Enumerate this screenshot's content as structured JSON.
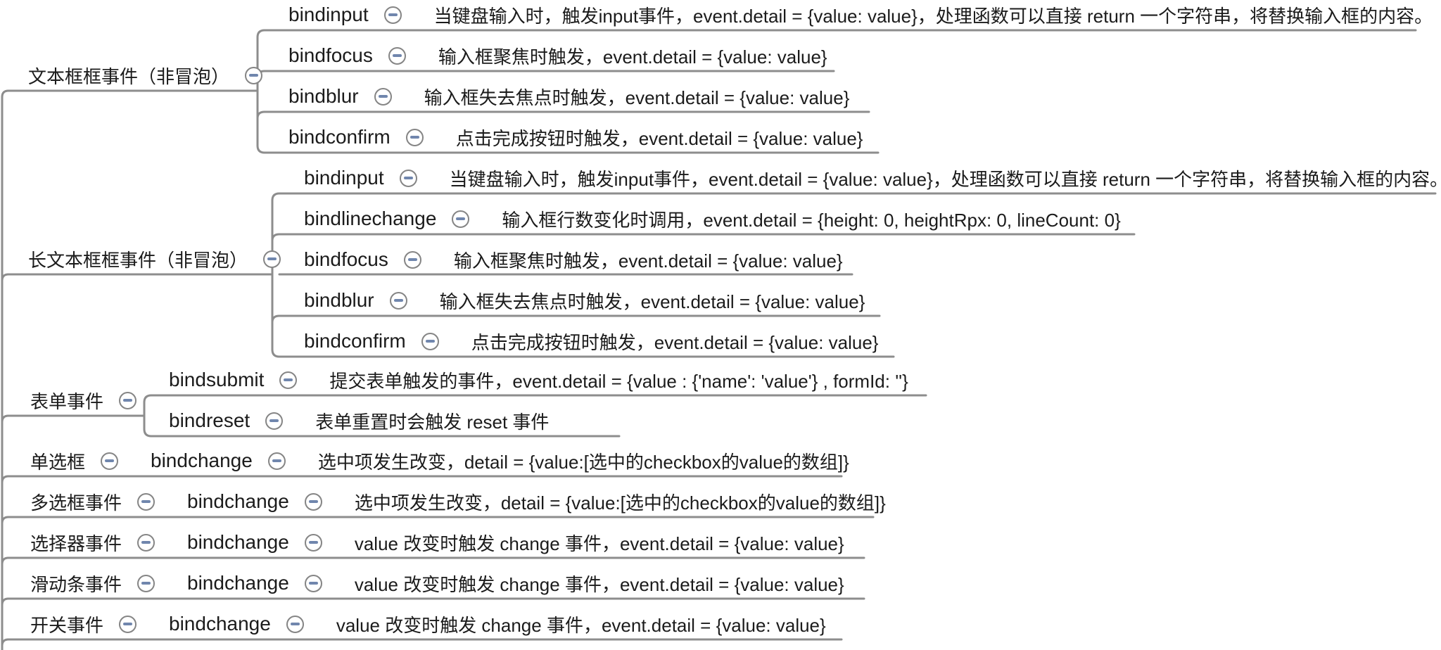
{
  "app": "mind-map-canvas",
  "colors": {
    "background": "#ffffff",
    "text": "#1b1b1b",
    "connector_line": "#8d8d8d",
    "collapse_circle_border": "#858585",
    "collapse_minus": "#7086ad"
  },
  "icons": {
    "collapse": "minus-circle"
  },
  "tree": [
    {
      "label": "文本框框事件（非冒泡）",
      "children": [
        {
          "label": "bindinput",
          "desc": "当键盘输入时，触发input事件，event.detail = {value: value}，处理函数可以直接 return 一个字符串，将替换输入框的内容。"
        },
        {
          "label": "bindfocus",
          "desc": "输入框聚焦时触发，event.detail = {value: value}"
        },
        {
          "label": "bindblur",
          "desc": "输入框失去焦点时触发，event.detail = {value: value}"
        },
        {
          "label": "bindconfirm",
          "desc": "点击完成按钮时触发，event.detail = {value: value}"
        }
      ]
    },
    {
      "label": "长文本框框事件（非冒泡）",
      "children": [
        {
          "label": "bindinput",
          "desc": "当键盘输入时，触发input事件，event.detail = {value: value}，处理函数可以直接 return 一个字符串，将替换输入框的内容。"
        },
        {
          "label": "bindlinechange",
          "desc": "输入框行数变化时调用，event.detail = {height: 0, heightRpx: 0, lineCount: 0}"
        },
        {
          "label": "bindfocus",
          "desc": "输入框聚焦时触发，event.detail = {value: value}"
        },
        {
          "label": "bindblur",
          "desc": "输入框失去焦点时触发，event.detail = {value: value}"
        },
        {
          "label": "bindconfirm",
          "desc": "点击完成按钮时触发，event.detail = {value: value}"
        }
      ]
    },
    {
      "label": "表单事件",
      "children": [
        {
          "label": "bindsubmit",
          "desc": "提交表单触发的事件，event.detail = {value : {'name': 'value'} , formId: ''}"
        },
        {
          "label": "bindreset",
          "desc": "表单重置时会触发 reset 事件"
        }
      ]
    },
    {
      "label": "单选框",
      "event_label": "bindchange",
      "desc": "选中项发生改变，detail = {value:[选中的checkbox的value的数组]}"
    },
    {
      "label": "多选框事件",
      "event_label": "bindchange",
      "desc": "选中项发生改变，detail = {value:[选中的checkbox的value的数组]}"
    },
    {
      "label": "选择器事件",
      "event_label": "bindchange",
      "desc": "value 改变时触发 change 事件，event.detail = {value: value}"
    },
    {
      "label": "滑动条事件",
      "event_label": "bindchange",
      "desc": "value 改变时触发 change 事件，event.detail = {value: value}"
    },
    {
      "label": "开关事件",
      "event_label": "bindchange",
      "desc": "value 改变时触发 change 事件，event.detail = {value: value}"
    }
  ]
}
